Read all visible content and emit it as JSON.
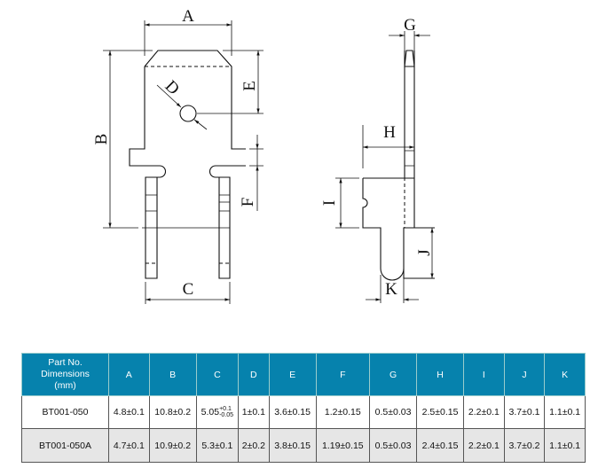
{
  "drawing": {
    "labels": {
      "A": "A",
      "B": "B",
      "C": "C",
      "D": "D",
      "E": "E",
      "F": "F",
      "G": "G",
      "H": "H",
      "I": "I",
      "J": "J",
      "K": "K"
    }
  },
  "table": {
    "header_first": [
      "Part No.",
      "Dimensions",
      "(mm)"
    ],
    "columns": [
      "A",
      "B",
      "C",
      "D",
      "E",
      "F",
      "G",
      "H",
      "I",
      "J",
      "K"
    ],
    "rows": [
      {
        "part": "BT001-050",
        "values": [
          "4.8±0.1",
          "10.8±0.2",
          "5.05",
          "1±0.1",
          "3.6±0.15",
          "1.2±0.15",
          "0.5±0.03",
          "2.5±0.15",
          "2.2±0.1",
          "3.7±0.1",
          "1.1±0.1"
        ],
        "c_tol_upper": "+0.1",
        "c_tol_lower": "-0.05"
      },
      {
        "part": "BT001-050A",
        "values": [
          "4.7±0.1",
          "10.9±0.2",
          "5.3±0.1",
          "2±0.2",
          "3.8±0.15",
          "1.19±0.15",
          "0.5±0.03",
          "2.4±0.15",
          "2.2±0.1",
          "3.7±0.2",
          "1.1±0.1"
        ]
      }
    ],
    "colors": {
      "header_bg": "#0682ad",
      "row2_bg": "#e6e6e6"
    }
  }
}
